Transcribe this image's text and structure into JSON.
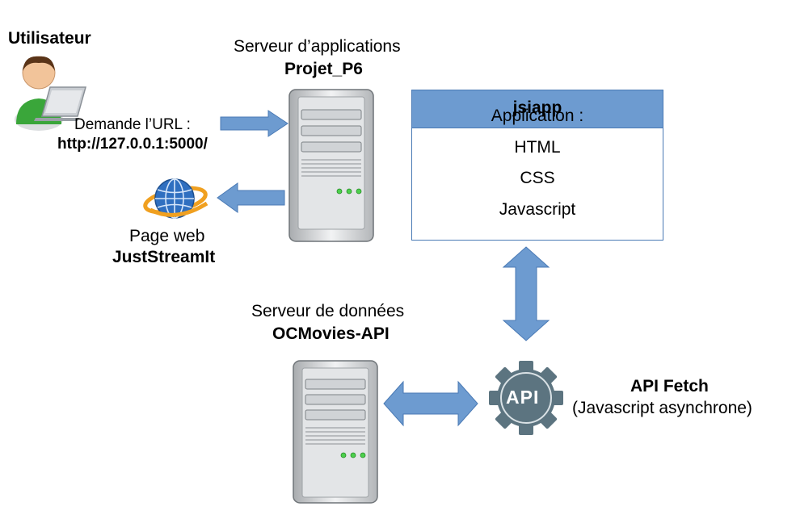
{
  "user": {
    "label": "Utilisateur"
  },
  "request": {
    "line1": "Demande l’URL :",
    "url": "http://127.0.0.1:5000/"
  },
  "webpage": {
    "line1": "Page web",
    "name": "JustStreamIt"
  },
  "app_server": {
    "line1": "Serveur d’applications",
    "name": "Projet_P6"
  },
  "application": {
    "prefix": "Application : ",
    "name": "jsiapp",
    "items": [
      "HTML",
      "CSS",
      "Javascript"
    ]
  },
  "data_server": {
    "line1": "Serveur de données",
    "name": "OCMovies-API"
  },
  "api": {
    "badge": "API",
    "title": "API Fetch",
    "subtitle": "(Javascript asynchrone)"
  },
  "colors": {
    "arrow": "#6d9bd0",
    "arrow_stroke": "#4a7ab5",
    "gear": "#5c7480",
    "header": "#6d9bd0"
  }
}
